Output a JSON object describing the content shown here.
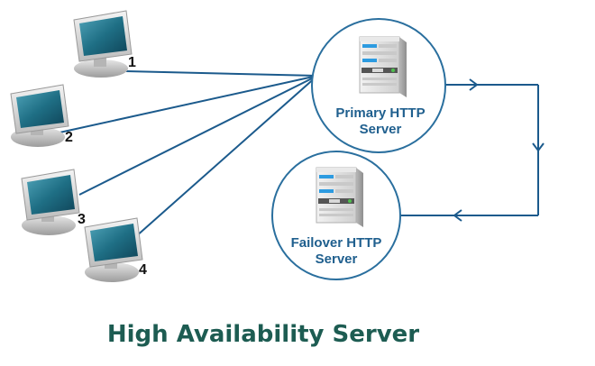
{
  "title": "High Availability Server",
  "clients": [
    {
      "number": "1"
    },
    {
      "number": "2"
    },
    {
      "number": "3"
    },
    {
      "number": "4"
    }
  ],
  "primary_server": {
    "line1": "Primary HTTP",
    "line2": "Server"
  },
  "failover_server": {
    "line1": "Failover HTTP",
    "line2": "Server"
  },
  "colors": {
    "connection_line": "#1b5a8c",
    "circle_border": "#2a6f9e",
    "label_text": "#1f5f8e",
    "title_text": "#1d5c52",
    "screen": "#1f6f85"
  },
  "icons": {
    "client": "desktop-computer-icon",
    "server": "server-tower-icon"
  }
}
